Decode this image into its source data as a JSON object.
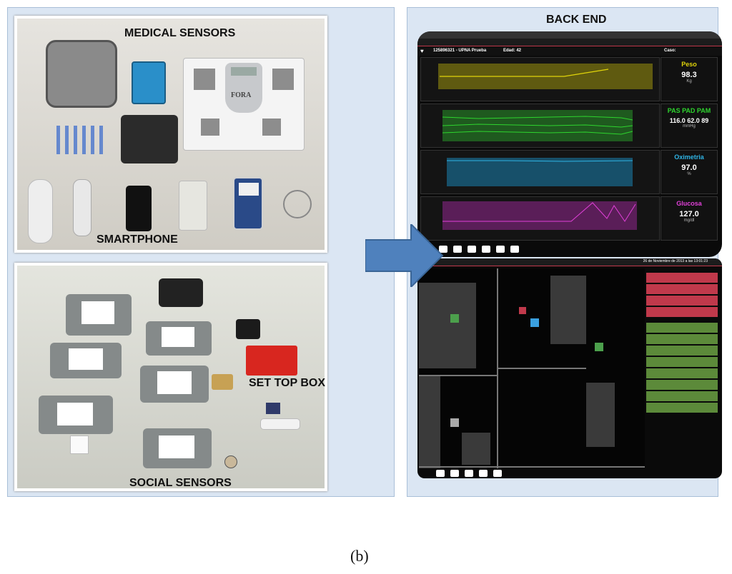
{
  "left": {
    "medical_caption": "MEDICAL SENSORS",
    "smartphone_caption": "SMARTPHONE",
    "settop_caption": "SET TOP BOX",
    "social_caption": "SOCIAL SENSORS",
    "scale_brand": "FORA"
  },
  "right": {
    "title": "BACK END",
    "top_screen": {
      "patient_id": "125896321 - UPNA Prueba",
      "age": "Edad: 42",
      "case_label": "Caso:",
      "readouts": [
        {
          "label": "Peso",
          "value": "98.3",
          "unit": "Kg",
          "color": "#e0d40a"
        },
        {
          "label": "PAS PAD PAM",
          "value": "116.0  62.0  89",
          "unit": "mmHg",
          "color": "#2ed52e"
        },
        {
          "label": "Oximetria",
          "value": "97.0",
          "unit": "%",
          "color": "#2fb5e6"
        },
        {
          "label": "Glucosa",
          "value": "127.0",
          "unit": "mg/dl",
          "color": "#e040d8"
        }
      ]
    },
    "bottom_screen": {
      "date_header": "26 de Noviembre de 2013 a las 13:01:23"
    }
  },
  "figure_label": "(b)",
  "colors": {
    "arrow": "#4f81bd",
    "panel": "#dbe6f3",
    "event_red": "#c0394b",
    "event_green": "#5c8a3a"
  },
  "icons": [
    "arrow-right-icon",
    "heart-icon",
    "wifi-icon",
    "clock-icon"
  ]
}
